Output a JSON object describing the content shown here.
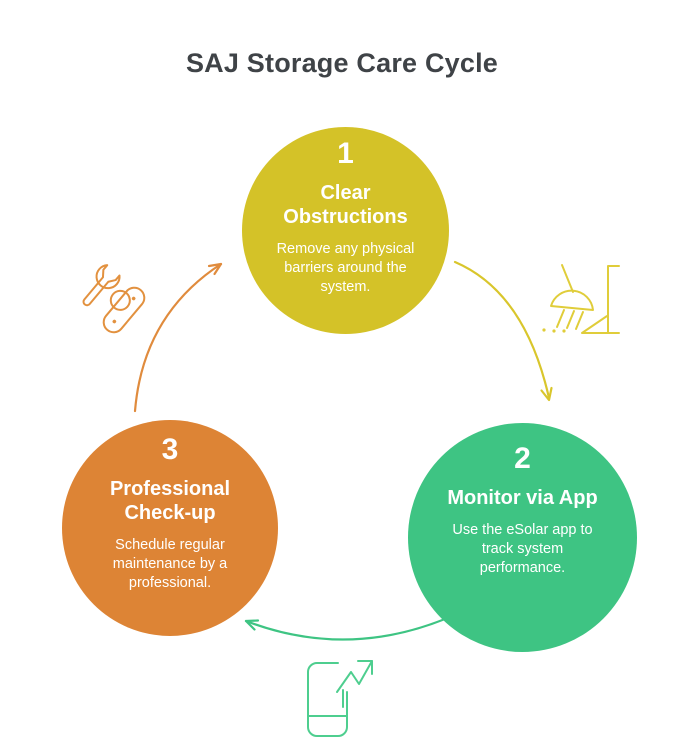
{
  "title": "SAJ Storage Care Cycle",
  "steps": [
    {
      "number": "1",
      "title": "Clear Obstructions",
      "description": "Remove any physical barriers around the system."
    },
    {
      "number": "2",
      "title": "Monitor via App",
      "description": "Use the eSolar app to track system performance."
    },
    {
      "number": "3",
      "title": "Professional Check-up",
      "description": "Schedule regular maintenance by a professional."
    }
  ],
  "colors": {
    "step1_fill": "#d4c228",
    "step2_fill": "#3ec483",
    "step3_fill": "#dd8435",
    "arrow_1_to_2": "#d9c62c",
    "arrow_2_to_3": "#3ec483",
    "arrow_3_to_1": "#e08b3d",
    "icon_wrench": "#e2913f",
    "icon_broom": "#e0cd3a",
    "icon_phone": "#4ece8f",
    "title_text": "#3f4347",
    "circle_text": "#ffffff"
  },
  "icons": {
    "left": "wrench-tools-icon",
    "right": "broom-sweep-icon",
    "bottom": "phone-growth-icon"
  }
}
